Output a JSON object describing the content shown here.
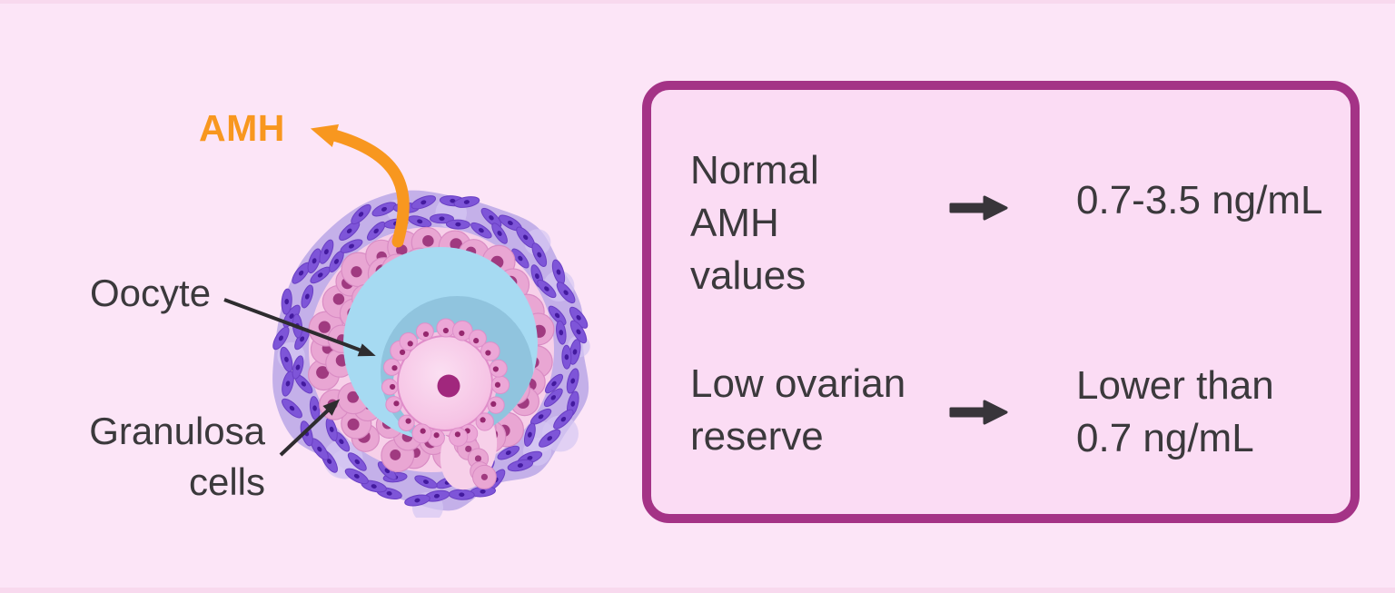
{
  "diagram": {
    "amh_label": "AMH",
    "oocyte_label": "Oocyte",
    "granulosa_label_line1": "Granulosa",
    "granulosa_label_line2": "cells"
  },
  "info_box": {
    "rows": [
      {
        "label_lines": [
          "Normal",
          "AMH",
          "values"
        ],
        "value_lines": [
          "0.7-3.5 ng/mL",
          ""
        ]
      },
      {
        "label_lines": [
          "Low ovarian",
          "reserve",
          ""
        ],
        "value_lines": [
          "Lower than",
          "0.7 ng/mL"
        ]
      }
    ]
  },
  "colors": {
    "background": "#fce5f7",
    "edge_strip": "#f8d9ee",
    "box_fill": "#fbdcf4",
    "box_border": "#a43386",
    "text": "#3b393c",
    "arrow_glyph": "#38353a",
    "amh_orange": "#f8971f",
    "pointer_dark": "#2e2c2f"
  },
  "illustration": {
    "name": "antral ovarian follicle",
    "colors": {
      "theca_bg": "#c4b0e9",
      "theca_bg_light": "#d6c8f2",
      "theca_cell": "#7e55d8",
      "theca_cell_stroke": "#6a3fc4",
      "theca_nucleus": "#431a9e",
      "granulosa_bg": "#f7d0e9",
      "granulosa_cell": "#e9a6d3",
      "granulosa_cell_stroke": "#d98cc4",
      "granulosa_nucleus": "#a03a80",
      "antrum_blue": "#a6daf2",
      "antrum_shadow": "#8cc0da",
      "zona_pellucida": "#f4c2e3",
      "oocyte_edge": "#f0a5d6",
      "oocyte_center": "#fbdff2",
      "oocyte_stroke": "#e08cc9",
      "oocyte_nucleus": "#a1277d",
      "corona_cell": "#eca7d7",
      "corona_cell_stroke": "#dd8fc9",
      "corona_nucleus": "#96286f"
    }
  }
}
